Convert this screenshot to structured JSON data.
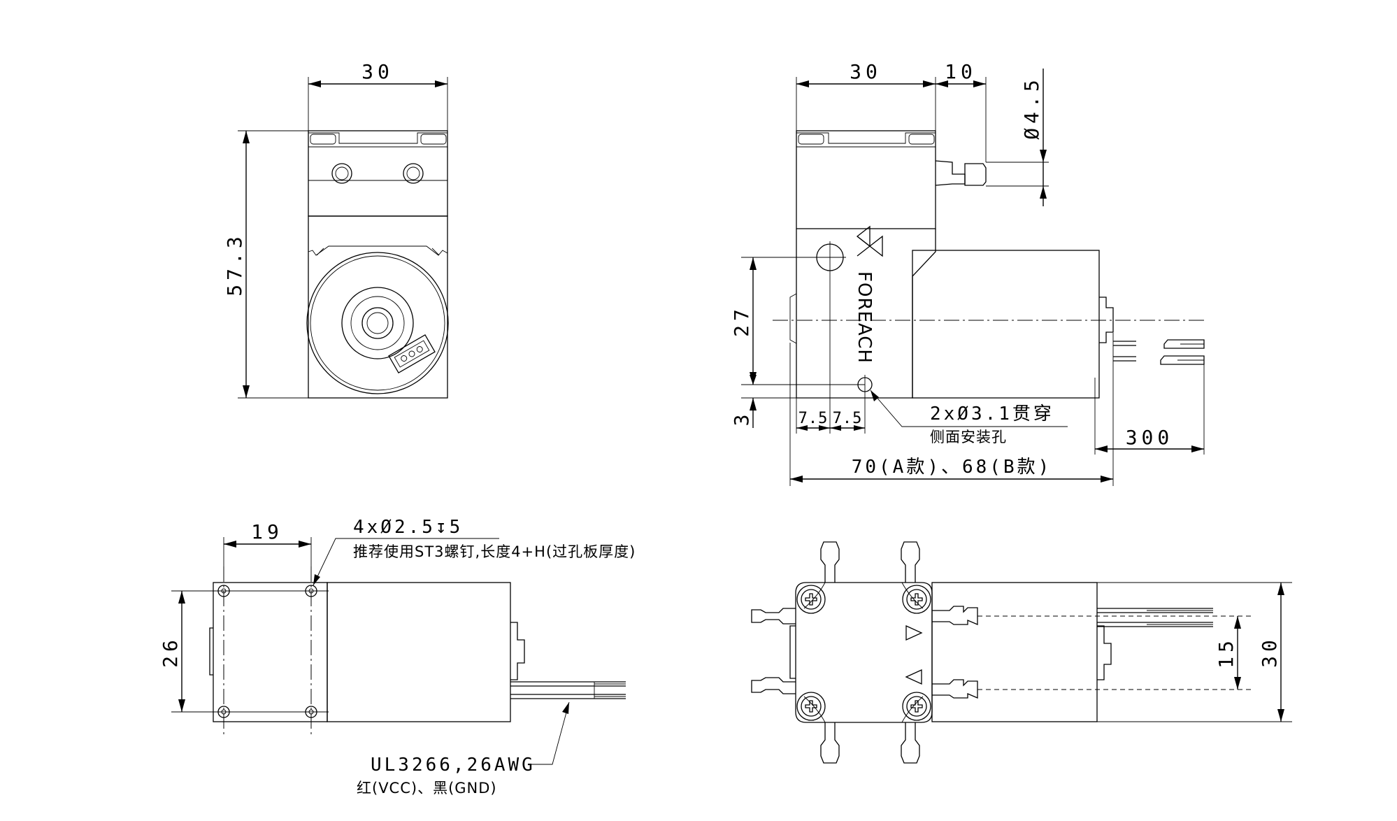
{
  "views": {
    "front": {
      "width": "30",
      "height": "57.3"
    },
    "side": {
      "body_width": "30",
      "port_length": "10",
      "port_dia": "Ø4.5",
      "hole_spacing": "27",
      "hole_offset": "3",
      "hole_pitch_a": "7.5",
      "hole_pitch_b": "7.5",
      "hole_spec": "2xØ3.1贯穿",
      "hole_note": "侧面安装孔",
      "lead_length": "300",
      "total_length": "70(A款)、68(B款)",
      "logo": "FOREACH"
    },
    "bottom": {
      "hole_pitch_x": "19",
      "hole_pitch_y": "26",
      "screw_spec": "4xØ2.5↧5",
      "screw_note": "推荐使用ST3螺钉,长度4+H(过孔板厚度)",
      "wire_spec": "UL3266,26AWG",
      "wire_colors": "红(VCC)、黑(GND)"
    },
    "top": {
      "port_pitch": "15",
      "width": "30"
    }
  }
}
